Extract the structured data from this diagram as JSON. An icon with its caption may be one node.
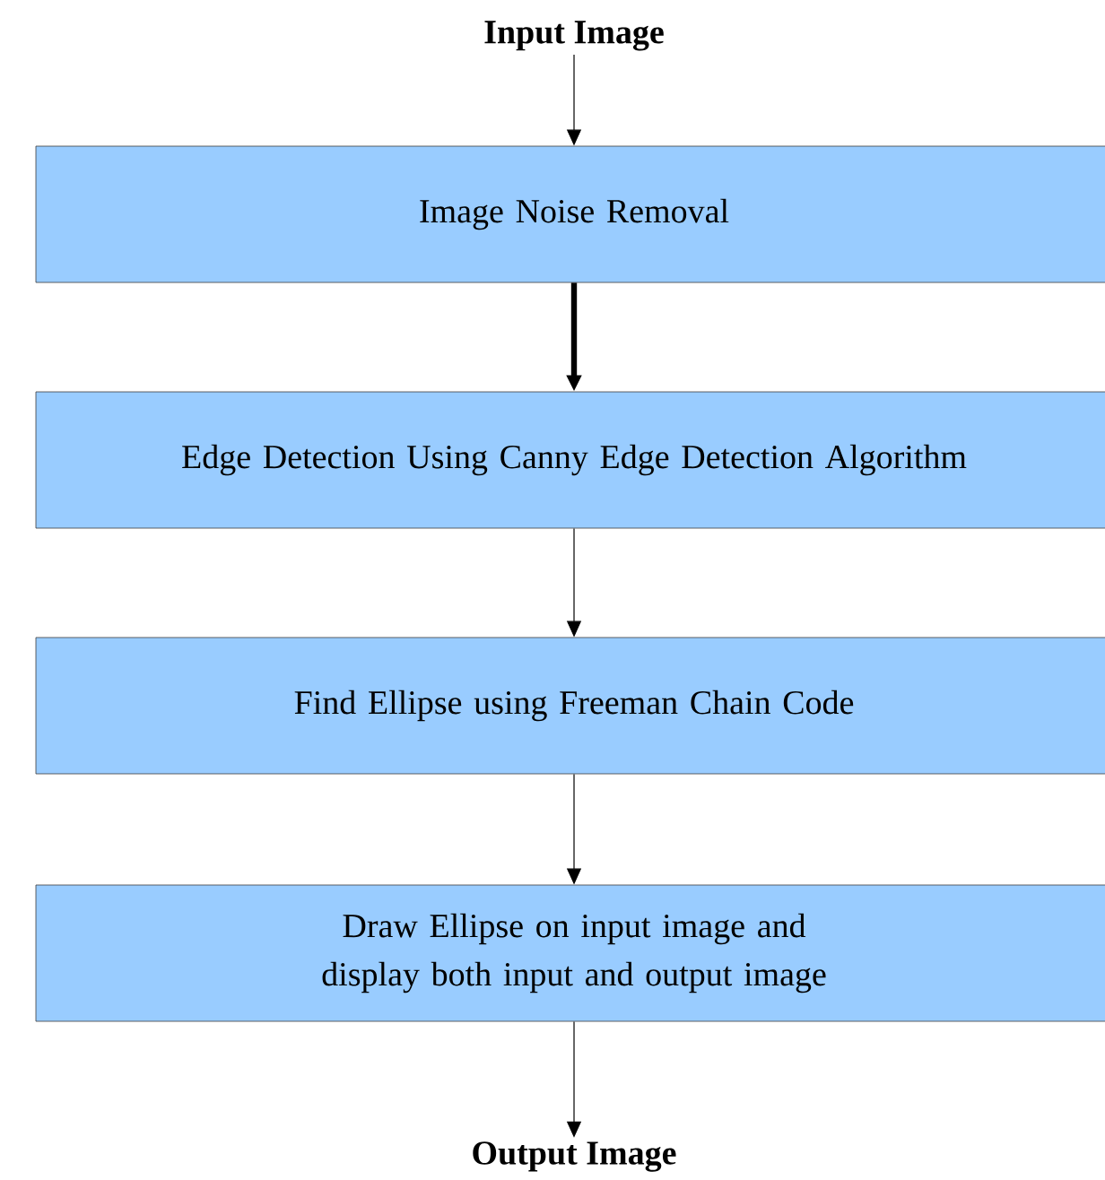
{
  "diagram": {
    "nodes": [
      {
        "text": [
          "Input Image"
        ]
      },
      {
        "text": [
          "Image Noise Removal"
        ]
      },
      {
        "text": [
          "Edge Detection Using Canny Edge Detection Algorithm"
        ]
      },
      {
        "text": [
          "Find Ellipse using Freeman Chain Code"
        ]
      },
      {
        "text": [
          "Draw Ellipse on input image and display both input and output image"
        ]
      },
      {
        "text": [
          "Output Image"
        ]
      }
    ],
    "edges": [
      {
        "from": 0,
        "to": 1,
        "arrow": "to"
      },
      {
        "from": 1,
        "to": 2,
        "arrow": "to",
        "style": "thick"
      },
      {
        "from": 2,
        "to": 3,
        "arrow": "to"
      },
      {
        "from": 3,
        "to": 4,
        "arrow": "to"
      },
      {
        "from": 4,
        "to": 5,
        "arrow": "to"
      }
    ]
  }
}
